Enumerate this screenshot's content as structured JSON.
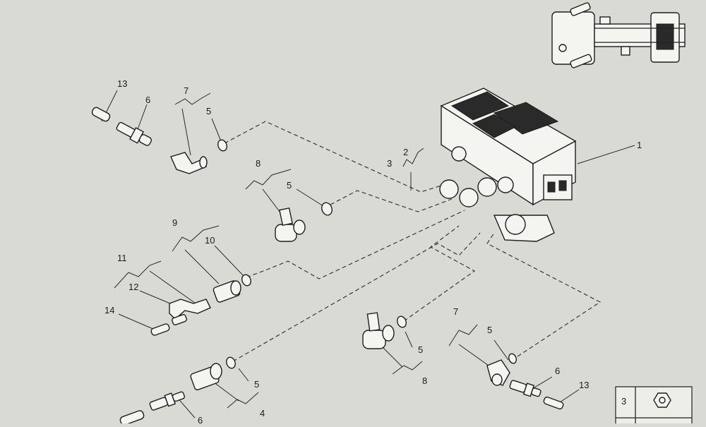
{
  "callouts": [
    {
      "id": "c13a",
      "text": "13"
    },
    {
      "id": "c6a",
      "text": "6"
    },
    {
      "id": "c7a",
      "text": "7"
    },
    {
      "id": "c5a",
      "text": "5"
    },
    {
      "id": "c8a",
      "text": "8"
    },
    {
      "id": "c5b",
      "text": "5"
    },
    {
      "id": "c2",
      "text": "2"
    },
    {
      "id": "c3",
      "text": "3"
    },
    {
      "id": "c1",
      "text": "1"
    },
    {
      "id": "c9",
      "text": "9"
    },
    {
      "id": "c10",
      "text": "10"
    },
    {
      "id": "c11",
      "text": "11"
    },
    {
      "id": "c12",
      "text": "12"
    },
    {
      "id": "c14",
      "text": "14"
    },
    {
      "id": "c5c",
      "text": "5"
    },
    {
      "id": "c8b",
      "text": "8"
    },
    {
      "id": "c7b",
      "text": "7"
    },
    {
      "id": "c5d",
      "text": "5"
    },
    {
      "id": "c6b",
      "text": "6"
    },
    {
      "id": "c13b",
      "text": "13"
    },
    {
      "id": "c5e",
      "text": "5"
    },
    {
      "id": "c4",
      "text": "4"
    },
    {
      "id": "c6c",
      "text": "6"
    }
  ],
  "legend_table": {
    "row_label": "3",
    "icon": "hex-nut-icon"
  },
  "colors": {
    "paper": "#d9dad3",
    "ink": "#1e1e1e"
  }
}
